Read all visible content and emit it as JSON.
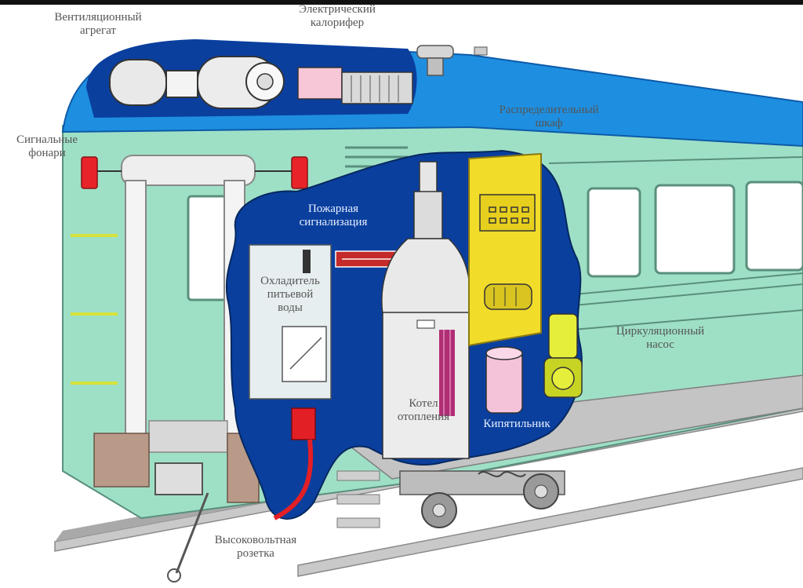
{
  "diagram": {
    "labels": {
      "ventilation_unit": [
        "Вентиляционный",
        "агрегат"
      ],
      "electric_heater": [
        "Электрический",
        "калорифер"
      ],
      "distribution_cabinet": [
        "Распределительный",
        "шкаф"
      ],
      "signal_lights": [
        "Сигнальные",
        "фонари"
      ],
      "fire_alarm": [
        "Пожарная",
        "сигнализация"
      ],
      "water_cooler": [
        "Охладитель",
        "питьевой",
        "воды"
      ],
      "circulation_pump": [
        "Циркуляционный",
        "насос"
      ],
      "heating_boiler": [
        "Котел",
        "отопления"
      ],
      "water_boiler": [
        "Кипятильник"
      ],
      "hv_socket": [
        "Высоковольтная",
        "розетка"
      ]
    },
    "colors": {
      "car_body": "#9ee0c6",
      "roof": "#1e8fe0",
      "cutaway": "#0a3f9e",
      "cabinet": "#f2dc2a",
      "pump": "#e6ee3c",
      "label_text": "#555555",
      "label_on_blue": "#e8f0ff"
    }
  }
}
